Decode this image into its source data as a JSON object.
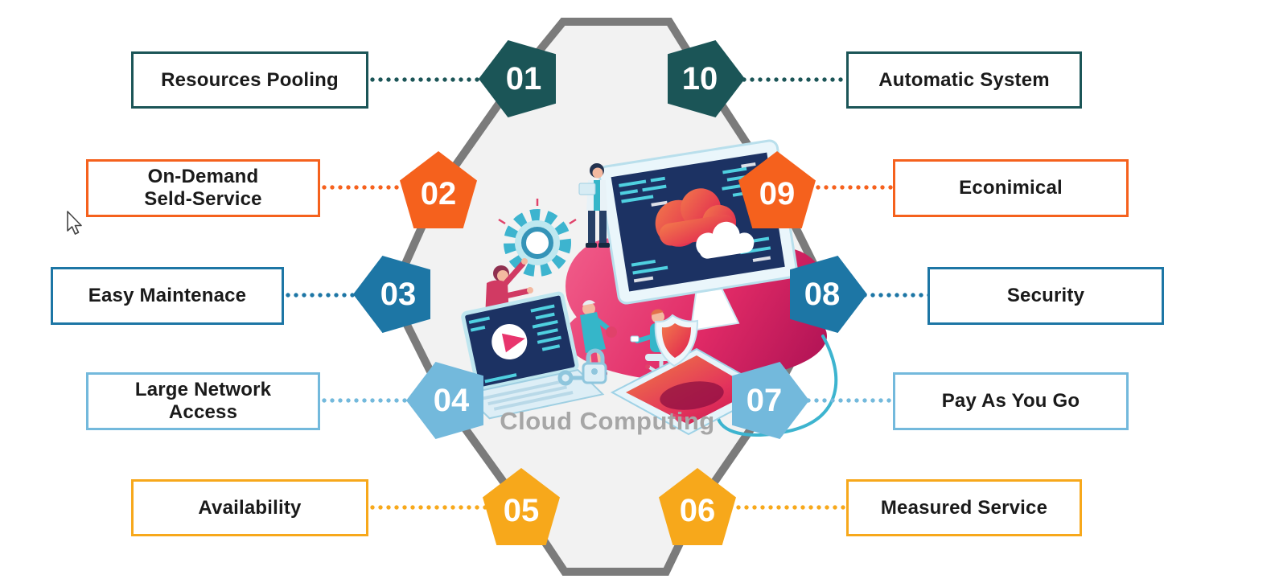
{
  "caption": "Cloud Computing",
  "items": [
    {
      "number": "01",
      "label": "Resources Pooling",
      "color": "#1B5557"
    },
    {
      "number": "02",
      "label": "On-Demand\nSeld-Service",
      "color": "#F5611D"
    },
    {
      "number": "03",
      "label": "Easy Maintenace",
      "color": "#1D76A5"
    },
    {
      "number": "04",
      "label": "Large Network\nAccess",
      "color": "#73B9DC"
    },
    {
      "number": "05",
      "label": "Availability",
      "color": "#F7A81B"
    },
    {
      "number": "06",
      "label": "Measured Service",
      "color": "#F7A81B"
    },
    {
      "number": "07",
      "label": "Pay As You Go",
      "color": "#73B9DC"
    },
    {
      "number": "08",
      "label": "Security",
      "color": "#1D76A5"
    },
    {
      "number": "09",
      "label": "Econimical",
      "color": "#F5611D"
    },
    {
      "number": "10",
      "label": "Automatic System",
      "color": "#1B5557"
    }
  ],
  "colors": {
    "dark_teal": "#1B5557",
    "orange": "#F5611D",
    "blue": "#1D76A5",
    "light_blue": "#73B9DC",
    "amber": "#F7A81B",
    "outline_gray": "#7B7B7B",
    "diamond_fill": "#F2F2F2",
    "caption_gray": "#A6A6A6",
    "number_text": "#FFFFFF",
    "label_text": "#1A1A1A",
    "box_background": "#FFFFFF"
  },
  "illustration": {
    "name": "isometric cloud computing scene: cloud, monitors, people, gear, laptop, tablet with shield, lock and key"
  }
}
